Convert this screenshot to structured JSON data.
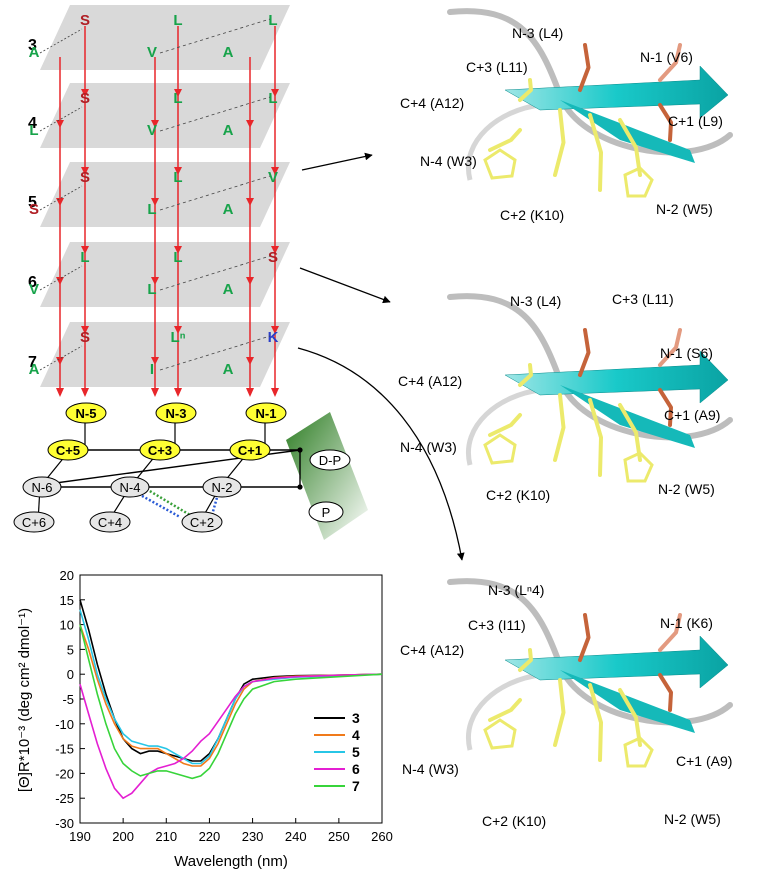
{
  "colors": {
    "sheet_gray": "#d9d9d9",
    "arrow_red": "#e8262a",
    "residue_red": "#b01e24",
    "residue_green": "#17a34a",
    "residue_blue": "#2a3ec8",
    "oval_yellow": "#ffff33",
    "pro_green": "#3a8a2c",
    "ribbon_cyan": "#19c9c9",
    "sidechain_yellow": "#ecea6c",
    "sidechain_salmon": "#e39a80",
    "sidechain_brown": "#c5633a"
  },
  "planes": [
    {
      "label": "3",
      "residues": [
        {
          "text": "A",
          "color": "green"
        },
        {
          "text": "S",
          "color": "red"
        },
        {
          "text": "V",
          "color": "green"
        },
        {
          "text": "L",
          "color": "green"
        },
        {
          "text": "A",
          "color": "green"
        },
        {
          "text": "L",
          "color": "green"
        }
      ]
    },
    {
      "label": "4",
      "residues": [
        {
          "text": "L",
          "color": "green"
        },
        {
          "text": "S",
          "color": "red"
        },
        {
          "text": "V",
          "color": "green"
        },
        {
          "text": "L",
          "color": "green"
        },
        {
          "text": "A",
          "color": "green"
        },
        {
          "text": "L",
          "color": "green"
        }
      ]
    },
    {
      "label": "5",
      "residues": [
        {
          "text": "S",
          "color": "red"
        },
        {
          "text": "S",
          "color": "red"
        },
        {
          "text": "L",
          "color": "green"
        },
        {
          "text": "L",
          "color": "green"
        },
        {
          "text": "A",
          "color": "green"
        },
        {
          "text": "V",
          "color": "green"
        }
      ]
    },
    {
      "label": "6",
      "residues": [
        {
          "text": "V",
          "color": "green"
        },
        {
          "text": "L",
          "color": "green"
        },
        {
          "text": "L",
          "color": "green"
        },
        {
          "text": "L",
          "color": "green"
        },
        {
          "text": "A",
          "color": "green"
        },
        {
          "text": "S",
          "color": "red"
        }
      ]
    },
    {
      "label": "7",
      "residues": [
        {
          "text": "A",
          "color": "green"
        },
        {
          "text": "S",
          "color": "red"
        },
        {
          "text": "I",
          "color": "green"
        },
        {
          "text": "Lⁿ",
          "color": "green"
        },
        {
          "text": "A",
          "color": "green"
        },
        {
          "text": "K",
          "color": "blue"
        }
      ]
    }
  ],
  "hairpin": {
    "top_ovals": [
      "N-5",
      "N-3",
      "N-1"
    ],
    "c_top_ovals": [
      "C+5",
      "C+3",
      "C+1"
    ],
    "mid_ovals": [
      "N-6",
      "N-4",
      "N-2"
    ],
    "bottom_ovals": [
      "C+6",
      "C+4",
      "C+2"
    ],
    "d_pro": "D-P",
    "pro": "P"
  },
  "structures": [
    {
      "labels": [
        "N-3 (L4)",
        "N-1 (V6)",
        "C+3 (L11)",
        "C+4 (A12)",
        "C+1 (L9)",
        "N-4 (W3)",
        "C+2 (K10)",
        "N-2 (W5)"
      ]
    },
    {
      "labels": [
        "N-3 (L4)",
        "C+3 (L11)",
        "N-1 (S6)",
        "C+4 (A12)",
        "C+1 (A9)",
        "N-4 (W3)",
        "C+2 (K10)",
        "N-2 (W5)"
      ]
    },
    {
      "labels": [
        "N-3 (Lⁿ4)",
        "N-1 (K6)",
        "C+3 (I11)",
        "C+4 (A12)",
        "C+1 (A9)",
        "N-4 (W3)",
        "C+2 (K10)",
        "N-2 (W5)"
      ]
    }
  ],
  "chart_data": {
    "type": "line",
    "xlabel": "Wavelength (nm)",
    "ylabel": "[Θ]R*10⁻³ (deg cm² dmol⁻¹)",
    "xlim": [
      190,
      260
    ],
    "ylim": [
      -30,
      20
    ],
    "xticks": [
      190,
      200,
      210,
      220,
      230,
      240,
      250,
      260
    ],
    "yticks": [
      20,
      15,
      10,
      5,
      0,
      -5,
      -10,
      -15,
      -20,
      -25,
      -30
    ],
    "legend_position": "center-right",
    "grid": false,
    "series": [
      {
        "name": "3",
        "color": "#000000",
        "points": [
          [
            190,
            15
          ],
          [
            192,
            9
          ],
          [
            194,
            2
          ],
          [
            196,
            -4
          ],
          [
            198,
            -9
          ],
          [
            200,
            -13
          ],
          [
            202,
            -15
          ],
          [
            204,
            -16
          ],
          [
            206,
            -15.5
          ],
          [
            208,
            -15.5
          ],
          [
            210,
            -16
          ],
          [
            212,
            -16.5
          ],
          [
            214,
            -17
          ],
          [
            216,
            -17.5
          ],
          [
            218,
            -17.5
          ],
          [
            220,
            -16
          ],
          [
            222,
            -13
          ],
          [
            224,
            -9
          ],
          [
            226,
            -5
          ],
          [
            228,
            -2
          ],
          [
            230,
            -1
          ],
          [
            235,
            -0.5
          ],
          [
            240,
            -0.3
          ],
          [
            250,
            -0.2
          ],
          [
            260,
            0
          ]
        ]
      },
      {
        "name": "4",
        "color": "#f07a1a",
        "points": [
          [
            190,
            10
          ],
          [
            192,
            5
          ],
          [
            194,
            -1
          ],
          [
            196,
            -6
          ],
          [
            198,
            -10
          ],
          [
            200,
            -13
          ],
          [
            202,
            -14.5
          ],
          [
            204,
            -15
          ],
          [
            206,
            -15
          ],
          [
            208,
            -15
          ],
          [
            210,
            -16
          ],
          [
            212,
            -17
          ],
          [
            214,
            -18
          ],
          [
            216,
            -18.5
          ],
          [
            218,
            -18.5
          ],
          [
            220,
            -17
          ],
          [
            222,
            -14
          ],
          [
            224,
            -10
          ],
          [
            226,
            -6
          ],
          [
            228,
            -3
          ],
          [
            230,
            -1.5
          ],
          [
            235,
            -0.7
          ],
          [
            240,
            -0.4
          ],
          [
            250,
            -0.2
          ],
          [
            260,
            0
          ]
        ]
      },
      {
        "name": "5",
        "color": "#27c6e6",
        "points": [
          [
            190,
            13
          ],
          [
            192,
            7
          ],
          [
            194,
            0
          ],
          [
            196,
            -5
          ],
          [
            198,
            -9
          ],
          [
            200,
            -12
          ],
          [
            202,
            -13.5
          ],
          [
            204,
            -14
          ],
          [
            206,
            -14.5
          ],
          [
            208,
            -14.5
          ],
          [
            210,
            -15
          ],
          [
            212,
            -16
          ],
          [
            214,
            -17
          ],
          [
            216,
            -18
          ],
          [
            218,
            -18
          ],
          [
            220,
            -16.5
          ],
          [
            222,
            -13
          ],
          [
            224,
            -9
          ],
          [
            226,
            -5
          ],
          [
            228,
            -2.5
          ],
          [
            230,
            -1.5
          ],
          [
            235,
            -1
          ],
          [
            240,
            -0.6
          ],
          [
            250,
            -0.3
          ],
          [
            260,
            0
          ]
        ]
      },
      {
        "name": "6",
        "color": "#e41fd2",
        "points": [
          [
            190,
            -2
          ],
          [
            192,
            -8
          ],
          [
            194,
            -14
          ],
          [
            196,
            -19
          ],
          [
            198,
            -23
          ],
          [
            200,
            -25
          ],
          [
            202,
            -24
          ],
          [
            204,
            -22
          ],
          [
            206,
            -20
          ],
          [
            208,
            -19
          ],
          [
            210,
            -18.5
          ],
          [
            212,
            -18
          ],
          [
            214,
            -17
          ],
          [
            216,
            -15.5
          ],
          [
            218,
            -13.5
          ],
          [
            220,
            -12
          ],
          [
            222,
            -9.5
          ],
          [
            224,
            -7
          ],
          [
            226,
            -4.5
          ],
          [
            228,
            -2.5
          ],
          [
            230,
            -1.5
          ],
          [
            235,
            -0.8
          ],
          [
            240,
            -0.5
          ],
          [
            250,
            -0.2
          ],
          [
            260,
            0
          ]
        ]
      },
      {
        "name": "7",
        "color": "#37d43a",
        "points": [
          [
            190,
            10
          ],
          [
            192,
            3
          ],
          [
            194,
            -4
          ],
          [
            196,
            -10
          ],
          [
            198,
            -15
          ],
          [
            200,
            -18
          ],
          [
            202,
            -19.5
          ],
          [
            204,
            -20.5
          ],
          [
            206,
            -20
          ],
          [
            208,
            -19.5
          ],
          [
            210,
            -19.5
          ],
          [
            212,
            -20
          ],
          [
            214,
            -20.5
          ],
          [
            216,
            -21
          ],
          [
            218,
            -20.5
          ],
          [
            220,
            -19
          ],
          [
            222,
            -16
          ],
          [
            224,
            -12
          ],
          [
            226,
            -8
          ],
          [
            228,
            -5
          ],
          [
            230,
            -3
          ],
          [
            235,
            -1.5
          ],
          [
            240,
            -1
          ],
          [
            250,
            -0.5
          ],
          [
            260,
            0
          ]
        ]
      }
    ]
  }
}
